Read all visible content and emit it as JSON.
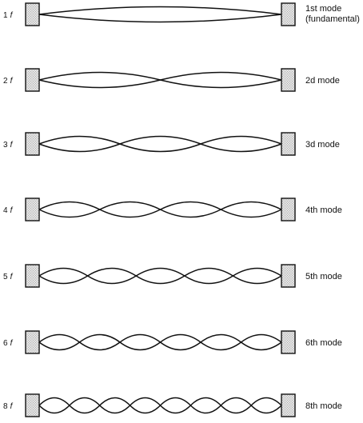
{
  "modes": [
    {
      "id": "mode-1",
      "freq_num": "1",
      "freq_unit": "f",
      "label_lines": [
        "1st mode",
        "(fundamental)"
      ],
      "loops": 1
    },
    {
      "id": "mode-2",
      "freq_num": "2",
      "freq_unit": "f",
      "label_lines": [
        "2d mode"
      ],
      "loops": 2
    },
    {
      "id": "mode-3",
      "freq_num": "3",
      "freq_unit": "f",
      "label_lines": [
        "3d mode"
      ],
      "loops": 3
    },
    {
      "id": "mode-4",
      "freq_num": "4",
      "freq_unit": "f",
      "label_lines": [
        "4th mode"
      ],
      "loops": 4
    },
    {
      "id": "mode-5",
      "freq_num": "5",
      "freq_unit": "f",
      "label_lines": [
        "5th mode"
      ],
      "loops": 5
    },
    {
      "id": "mode-6",
      "freq_num": "6",
      "freq_unit": "f",
      "label_lines": [
        "6th mode"
      ],
      "loops": 6
    },
    {
      "id": "mode-8",
      "freq_num": "8",
      "freq_unit": "f",
      "label_lines": [
        "8th mode"
      ],
      "loops": 8
    }
  ],
  "colors": {
    "string": "#111111",
    "clamp_stroke": "#111111",
    "clamp_fill": "#e6e6e6",
    "clamp_dots": "#7a7a7a"
  }
}
